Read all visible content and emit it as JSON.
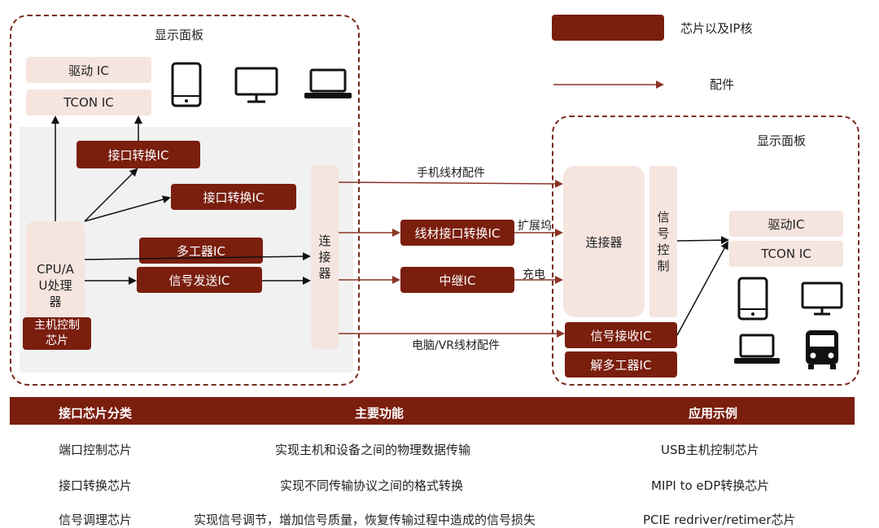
{
  "legend": {
    "chip_label": "芯片以及IP核",
    "accessory_label": "配件"
  },
  "left_panel": {
    "title": "显示面板",
    "driver_ic": "驱动 IC",
    "tcon_ic": "TCON IC",
    "interface_ic_1": "接口转换IC",
    "interface_ic_2": "接口转换IC",
    "cpu": [
      "CPU/A",
      "U处理",
      "器"
    ],
    "host_chip": [
      "主机控制",
      "芯片"
    ],
    "mux_ic": "多工器IC",
    "signal_send_ic": "信号发送IC",
    "connector": [
      "连",
      "接",
      "器"
    ]
  },
  "middle": {
    "phone_cable": "手机线材配件",
    "cable_ic": "线材接口转换IC",
    "dock": "扩展坞",
    "repeater_ic": "中继IC",
    "charging": "充电",
    "pc_vr_cable": "电脑/VR线材配件"
  },
  "right_panel": {
    "title": "显示面板",
    "connector": "连接器",
    "signal_control": [
      "信",
      "号",
      "控",
      "制"
    ],
    "signal_receive_ic": "信号接收IC",
    "demux_ic": "解多工器IC",
    "driver_ic": "驱动IC",
    "tcon_ic": "TCON IC"
  },
  "table": {
    "headers": [
      "接口芯片分类",
      "主要功能",
      "应用示例"
    ],
    "rows": [
      [
        "端口控制芯片",
        "实现主机和设备之间的物理数据传输",
        "USB主机控制芯片"
      ],
      [
        "接口转换芯片",
        "实现不同传输协议之间的格式转换",
        "MIPI to eDP转换芯片"
      ],
      [
        "信号调理芯片",
        "实现信号调节，增加信号质量，恢复传输过程中造成的信号损失",
        "PCIE redriver/retimer芯片"
      ]
    ]
  },
  "colors": {
    "accent": "#7a1e0e",
    "pink": "#f6e4df",
    "gray": "#f1f1f1",
    "dashed": "#7a2a1c"
  }
}
